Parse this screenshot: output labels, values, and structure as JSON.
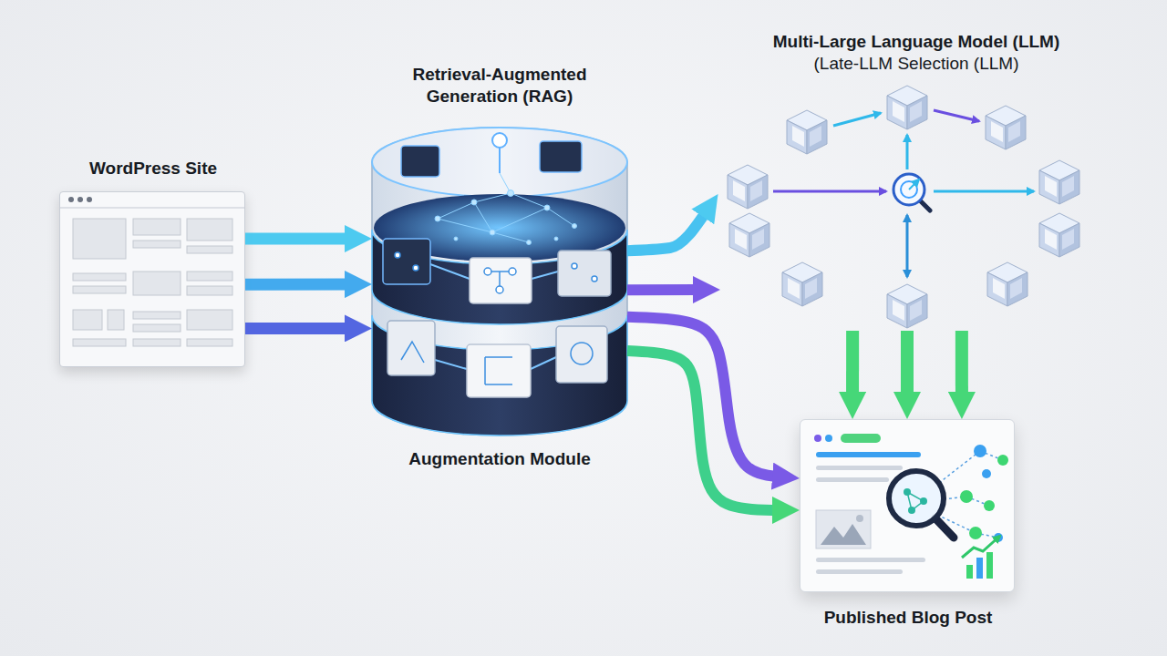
{
  "diagram": {
    "nodes": [
      {
        "text": [
          "WordPress Site"
        ]
      },
      {
        "text": [
          "Retrieval-Augmented Generation (RAG)",
          "Augmentation Module"
        ]
      },
      {
        "text": [
          "Multi-Large Language Model (LLM)",
          "(Late-LLM Selection (LLM)"
        ]
      },
      {
        "text": [
          "Published Blog Post"
        ]
      }
    ],
    "edges": [
      {
        "from": 0,
        "to": 1,
        "arrow": "to"
      },
      {
        "from": 0,
        "to": 1,
        "arrow": "to"
      },
      {
        "from": 0,
        "to": 1,
        "arrow": "to"
      },
      {
        "from": 1,
        "to": 2,
        "arrow": "to"
      },
      {
        "from": 1,
        "to": 2,
        "arrow": "to"
      },
      {
        "from": 1,
        "to": 3,
        "arrow": "to"
      },
      {
        "from": 1,
        "to": 3,
        "arrow": "to"
      },
      {
        "from": 2,
        "to": 3,
        "arrow": "to"
      },
      {
        "from": 2,
        "to": 3,
        "arrow": "to"
      },
      {
        "from": 2,
        "to": 3,
        "arrow": "to"
      }
    ]
  }
}
